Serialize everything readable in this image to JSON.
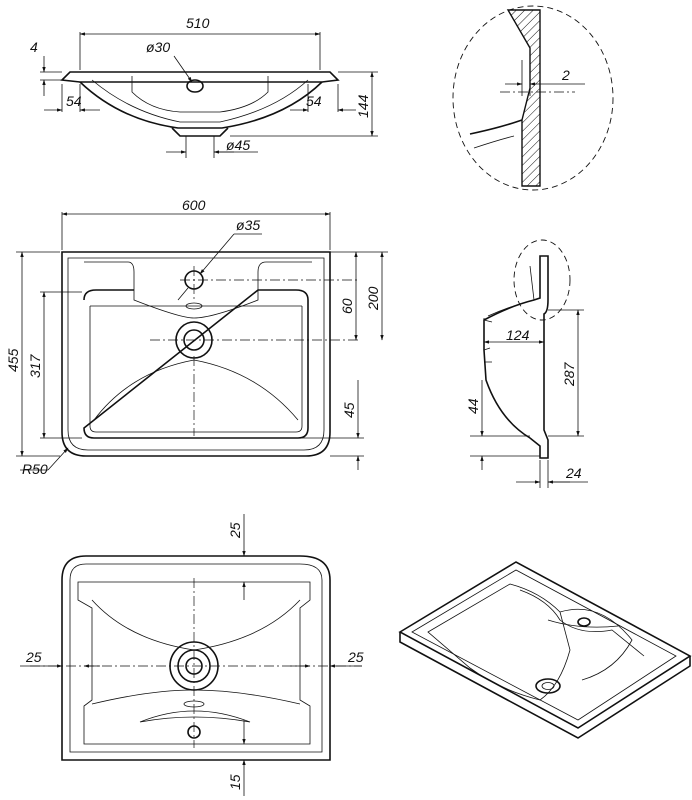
{
  "dimensions": {
    "front": {
      "top_width": "510",
      "rim": "4",
      "hole": "ø30",
      "left_rim": "54",
      "right_rim": "54",
      "height": "144",
      "drain": "ø45"
    },
    "detail": {
      "wall": "2"
    },
    "plan": {
      "width": "600",
      "tap_hole": "ø35",
      "depth_total": "455",
      "bowl": "317",
      "deck": "60",
      "back": "200",
      "front_edge": "45",
      "radius": "R50"
    },
    "section": {
      "depth": "124",
      "height": "287",
      "lower": "44",
      "rim": "24"
    },
    "bottom": {
      "top_edge": "25",
      "left_edge": "25",
      "right_edge": "25",
      "bottom_edge": "15"
    }
  }
}
